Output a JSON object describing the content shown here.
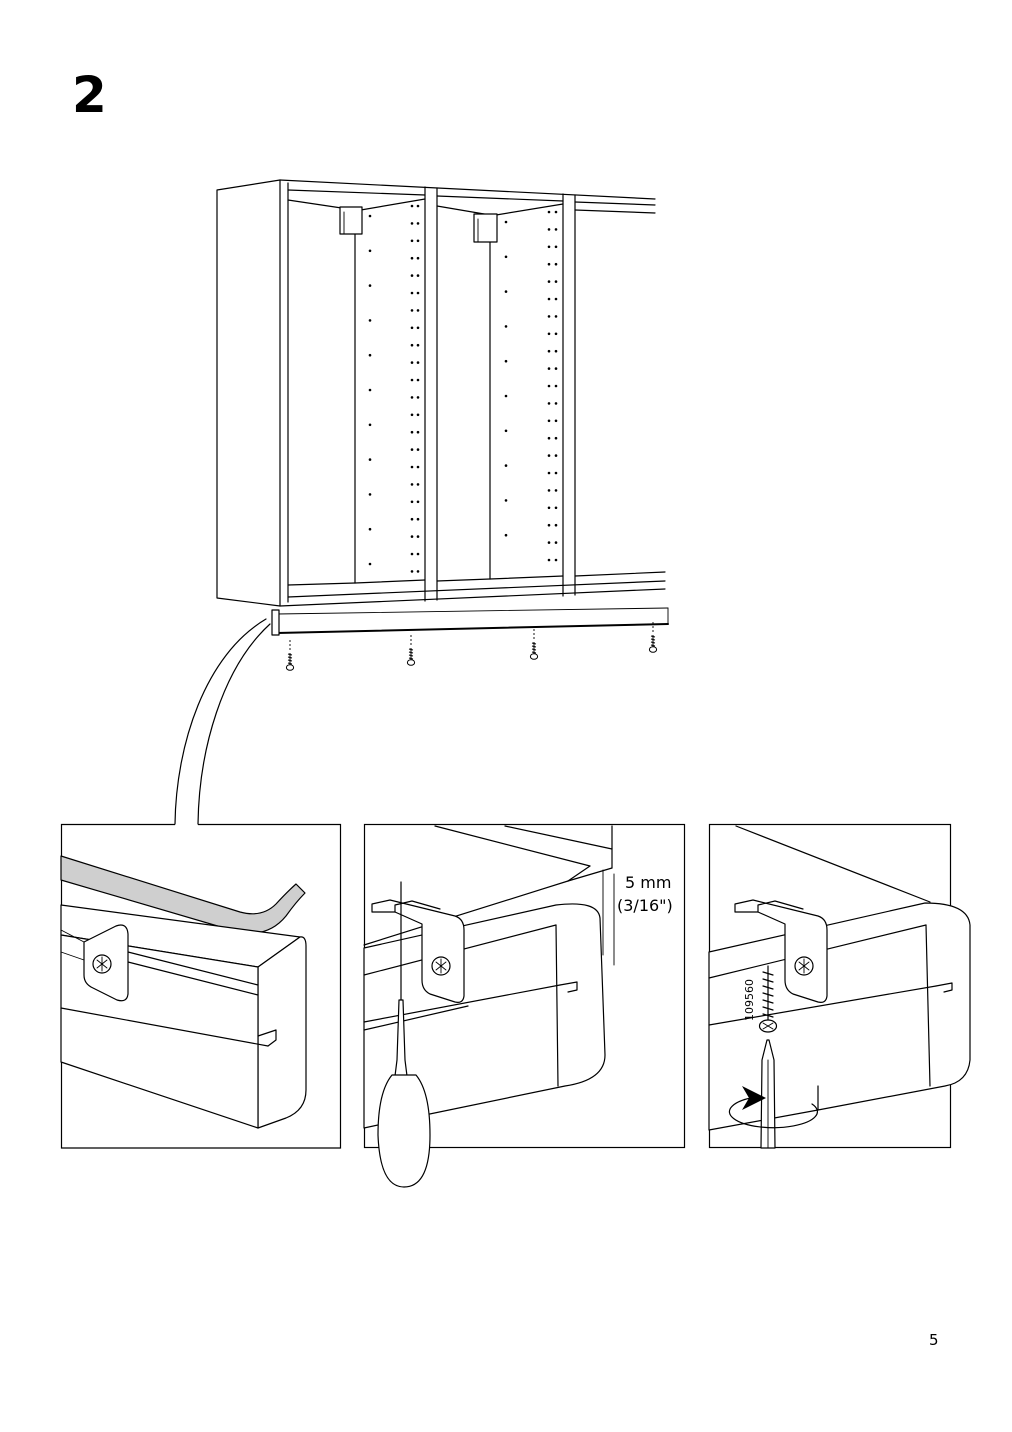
{
  "page": {
    "step_number": "2",
    "page_number": "5"
  },
  "detail_2": {
    "gap_metric": "5 mm",
    "gap_imperial": "(3/16\")"
  },
  "detail_3": {
    "screw_article_number": "109560"
  },
  "colors": {
    "ink": "#000000",
    "strip_gray": "#cfcfcf",
    "background": "#ffffff"
  }
}
